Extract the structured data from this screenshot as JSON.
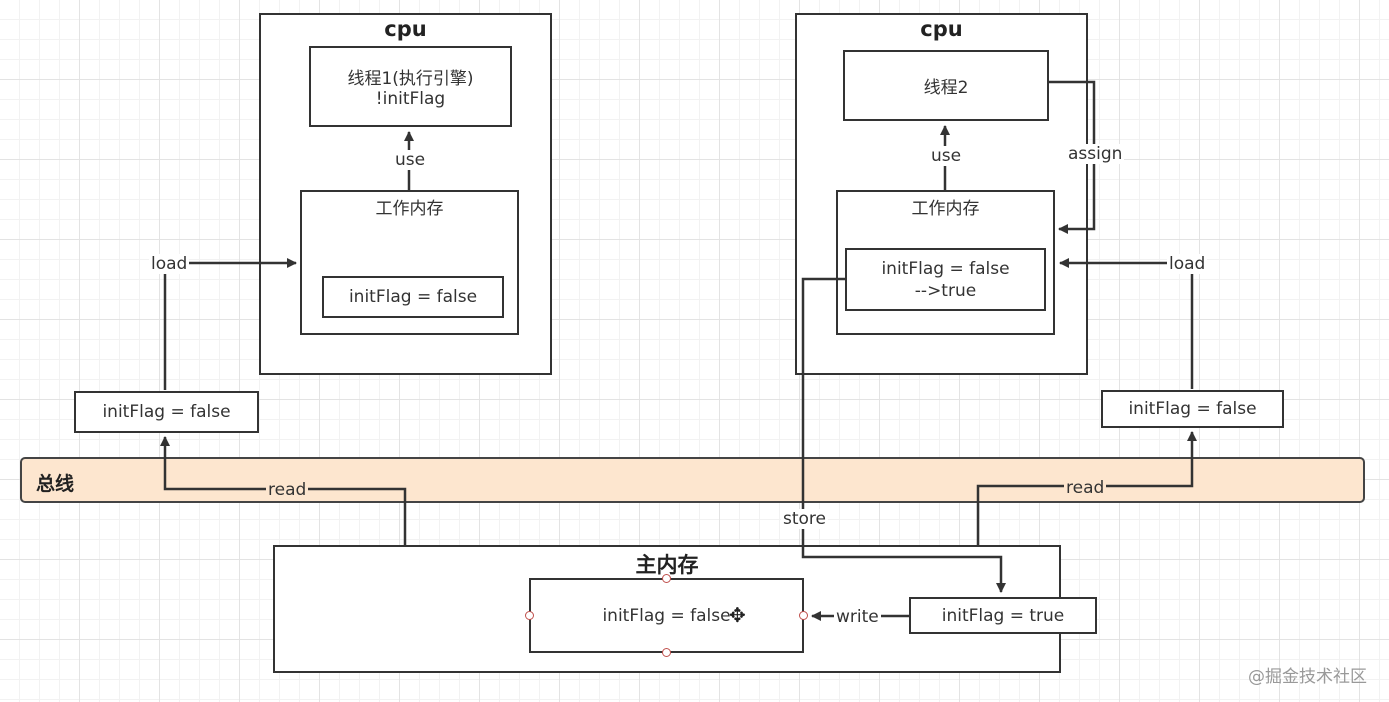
{
  "cpu1": {
    "title": "cpu",
    "thread_line1": "线程1(执行引擎)",
    "thread_line2": "!initFlag",
    "workmem_title": "工作内存",
    "var": "initFlag = false"
  },
  "cpu2": {
    "title": "cpu",
    "thread": "线程2",
    "workmem_title": "工作内存",
    "var_line1": "initFlag = false",
    "var_line2": "-->true"
  },
  "bus": {
    "title": "总线"
  },
  "main_memory": {
    "title": "主内存",
    "var": "initFlag = false"
  },
  "left_bus_value": "initFlag = false",
  "right_bus_value": "initFlag = false",
  "store_value": "initFlag = true",
  "labels": {
    "use_left": "use",
    "use_right": "use",
    "assign": "assign",
    "load_left": "load",
    "load_right": "load",
    "read_left": "read",
    "read_right": "read",
    "store": "store",
    "write": "write"
  },
  "watermark": "@掘金技术社区",
  "icons": {
    "cursor": "move-cursor-icon"
  }
}
